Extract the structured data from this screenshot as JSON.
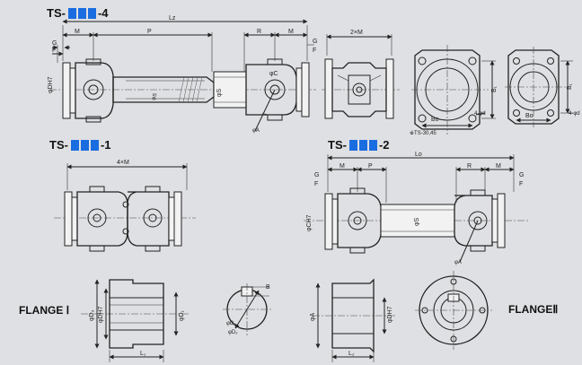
{
  "headings": {
    "ts4": {
      "prefix": "TS-",
      "suffix": "4"
    },
    "ts1": {
      "prefix": "TS-",
      "suffix": "1"
    },
    "ts2": {
      "prefix": "TS-",
      "suffix": "2"
    }
  },
  "flanges": {
    "flange1": "FLANGE Ⅰ",
    "flange2": "FLANGEⅡ"
  },
  "dims": {
    "lz": "Lz",
    "m": "M",
    "p": "P",
    "r": "R",
    "g": "G",
    "f": "F",
    "two_xm": "2×M",
    "four_xm": "4×M",
    "lo": "Lo",
    "b1": "B₁",
    "bo": "Bo",
    "b": "B",
    "l1": "L₁",
    "l2": "L₂",
    "phi_d": "4-φd",
    "phi_s": "φS",
    "phi_c": "φC",
    "phi_a": "φA",
    "phi_d1": "φD₁",
    "phi_d2": "φD₂",
    "phi_d3": "φD₃",
    "phi_dh7": "φDH7",
    "phi_ch7": "φCH7",
    "note_ts": "※TS-30,45",
    "phi_dd": "4-φd"
  },
  "colors": {
    "background": "#dfe0e3",
    "block": "#1a6de0",
    "ink": "#222222"
  }
}
